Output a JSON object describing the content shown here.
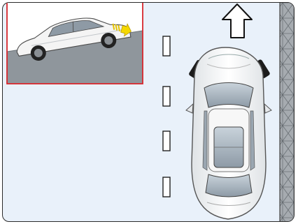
{
  "scene": {
    "description_labels": [],
    "colors": {
      "background": "#e9f1fa",
      "inset_border": "#d7262c",
      "road_slope": "#8f969c",
      "wall": "#9ea3a8",
      "car_body": "#f4f4f4",
      "arrow_hint": "#f5d800"
    },
    "icons": [
      "forward-arrow-icon",
      "parking-line-icon",
      "car-top-view",
      "car-side-view-on-slope",
      "direction-hint-arrow-icon",
      "retaining-wall"
    ]
  }
}
